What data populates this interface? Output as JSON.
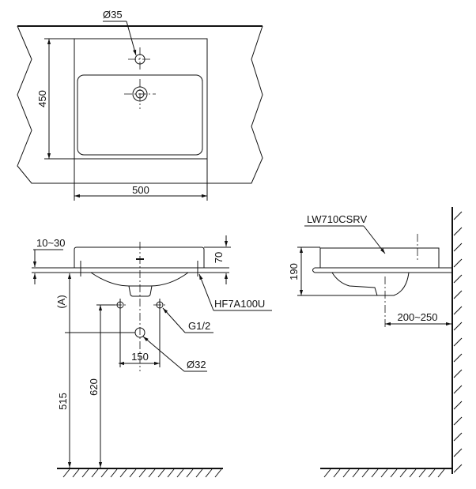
{
  "top_view": {
    "hole_dia": "Ø35",
    "depth": "450",
    "width": "500"
  },
  "front_view": {
    "counter_thickness": "10~30",
    "rim_height": "70",
    "clip_model": "HF7A100U",
    "supply_thread": "G1/2",
    "supply_spacing": "150",
    "drain_dia": "Ø32",
    "drain_height_label": "(A)",
    "drain_height": "515",
    "supply_height": "620"
  },
  "side_view": {
    "model": "LW710CSRV",
    "height": "190",
    "wall_distance": "200~250"
  }
}
